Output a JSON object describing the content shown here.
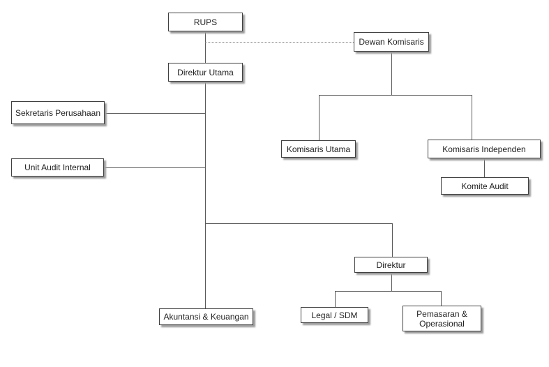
{
  "diagram": {
    "type": "org-chart",
    "nodes": {
      "rups": {
        "label": "RUPS"
      },
      "dewan_komisaris": {
        "label": "Dewan Komisaris"
      },
      "direktur_utama": {
        "label": "Direktur Utama"
      },
      "sekretaris_perusahaan": {
        "label": "Sekretaris Perusahaan"
      },
      "unit_audit_internal": {
        "label": "Unit Audit Internal"
      },
      "komisaris_utama": {
        "label": "Komisaris Utama"
      },
      "komisaris_independen": {
        "label": "Komisaris Independen"
      },
      "komite_audit": {
        "label": "Komite Audit"
      },
      "direktur": {
        "label": "Direktur"
      },
      "akuntansi_keuangan": {
        "label": "Akuntansi & Keuangan"
      },
      "legal_sdm": {
        "label": "Legal / SDM"
      },
      "pemasaran_operasional": {
        "label": "Pemasaran & Operasional"
      }
    },
    "edges": [
      {
        "from": "RUPS",
        "to": "Dewan Komisaris",
        "style": "dotted"
      },
      {
        "from": "RUPS",
        "to": "Direktur Utama",
        "style": "solid"
      },
      {
        "from": "Dewan Komisaris",
        "to": "Komisaris Utama",
        "style": "solid"
      },
      {
        "from": "Dewan Komisaris",
        "to": "Komisaris Independen",
        "style": "solid"
      },
      {
        "from": "Komisaris Independen",
        "to": "Komite Audit",
        "style": "solid"
      },
      {
        "from": "Direktur Utama",
        "to": "Sekretaris Perusahaan",
        "style": "solid"
      },
      {
        "from": "Direktur Utama",
        "to": "Unit Audit Internal",
        "style": "solid"
      },
      {
        "from": "Direktur Utama",
        "to": "Direktur",
        "style": "solid"
      },
      {
        "from": "Direktur Utama",
        "to": "Akuntansi & Keuangan",
        "style": "solid"
      },
      {
        "from": "Direktur",
        "to": "Legal / SDM",
        "style": "solid"
      },
      {
        "from": "Direktur",
        "to": "Pemasaran & Operasional",
        "style": "solid"
      }
    ],
    "colors": {
      "background": "#ffffff",
      "box_fill": "#ffffff",
      "box_border": "#404040",
      "shadow": "#9b9b9b",
      "line": "#595959",
      "line_dotted": "#7c7c7c",
      "text": "#212121"
    }
  }
}
